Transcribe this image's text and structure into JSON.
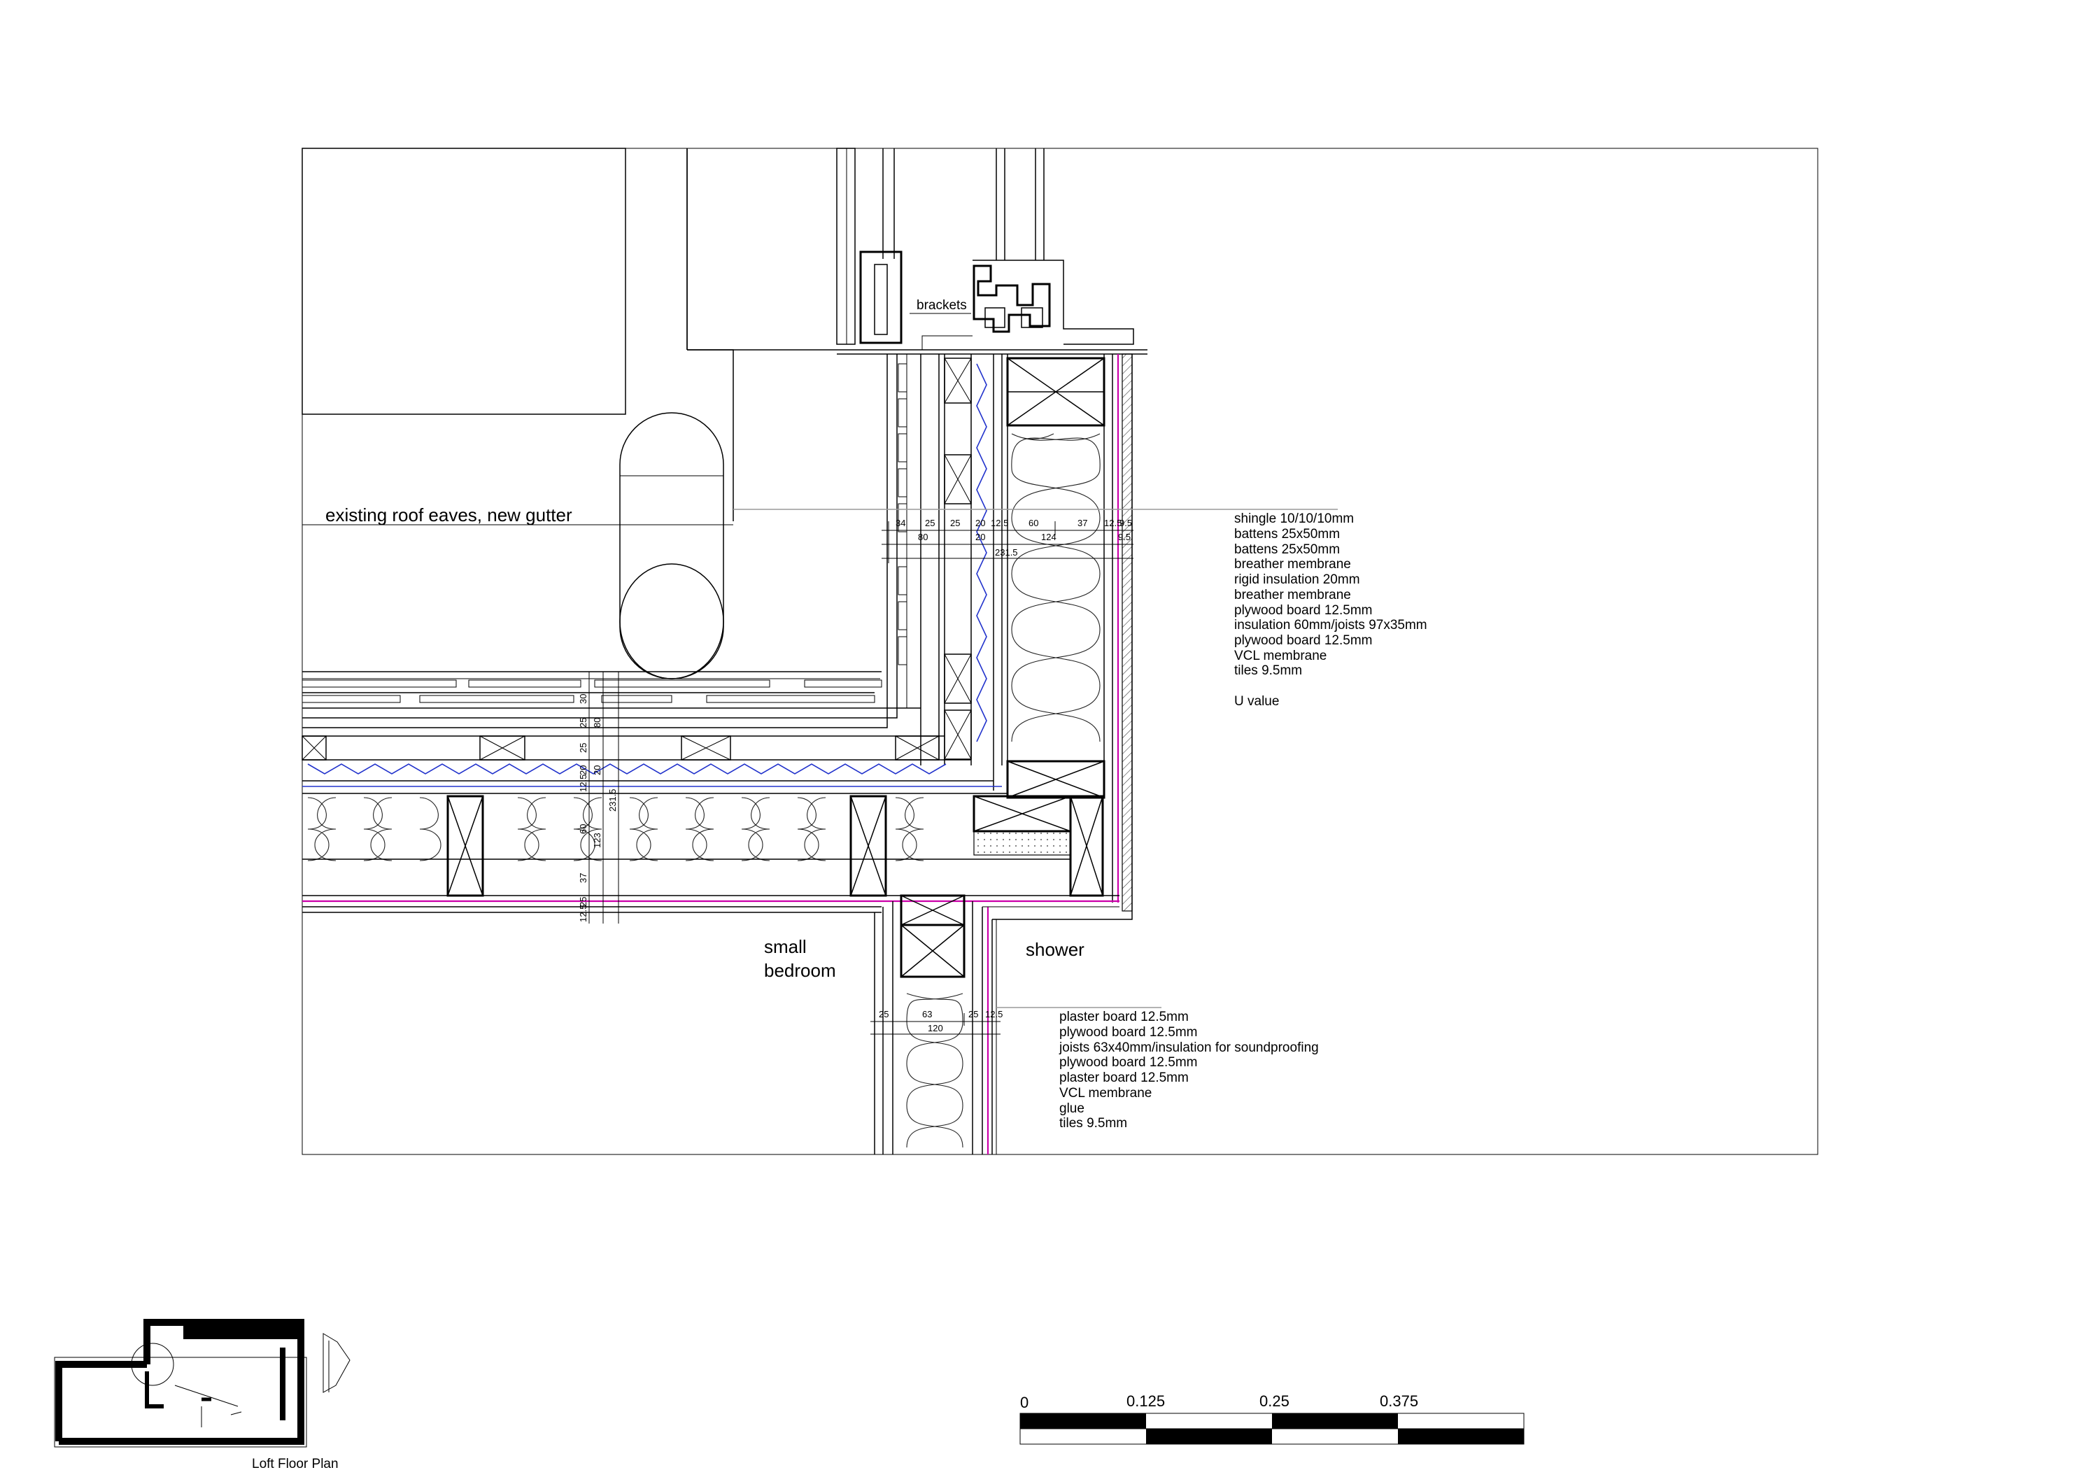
{
  "callouts": {
    "brackets": "brackets",
    "eaves": "existing roof eaves, new gutter",
    "small_bedroom_1": "small",
    "small_bedroom_2": "bedroom",
    "shower": "shower"
  },
  "roof_layers": [
    "shingle 10/10/10mm",
    "battens 25x50mm",
    "battens 25x50mm",
    "breather membrane",
    "rigid insulation 20mm",
    "breather membrane",
    "plywood board 12.5mm",
    "insulation 60mm/joists 97x35mm",
    "plywood board 12.5mm",
    "VCL membrane",
    "tiles 9.5mm"
  ],
  "u_value_label": "U value",
  "wall_layers": [
    "plaster board 12.5mm",
    "plywood board 12.5mm",
    "joists 63x40mm/insulation for soundproofing",
    "plywood board 12.5mm",
    "plaster board 12.5mm",
    "VCL membrane",
    "glue",
    "tiles 9.5mm"
  ],
  "dims_wall_row1": [
    "34",
    "25",
    "25",
    "20",
    "12.5",
    "60",
    "37",
    "12.5",
    "9.5"
  ],
  "dims_wall_row2": [
    "80",
    "20",
    "124",
    "9.5"
  ],
  "dims_wall_total": "231.5",
  "dims_floor_row1": [
    "30",
    "25",
    "25",
    "20",
    "12.5",
    "60",
    "37",
    "25",
    "12.5"
  ],
  "dims_floor_row2": [
    "80",
    "20",
    "123"
  ],
  "dims_floor_total": "231.5",
  "dims_partition_row1": [
    "25",
    "63",
    "25",
    "12.5"
  ],
  "dims_partition_total": "120",
  "scale_bar": {
    "labels": [
      "0",
      "0.125",
      "0.25",
      "0.375"
    ]
  },
  "key_plan_caption": "Loft Floor Plan"
}
